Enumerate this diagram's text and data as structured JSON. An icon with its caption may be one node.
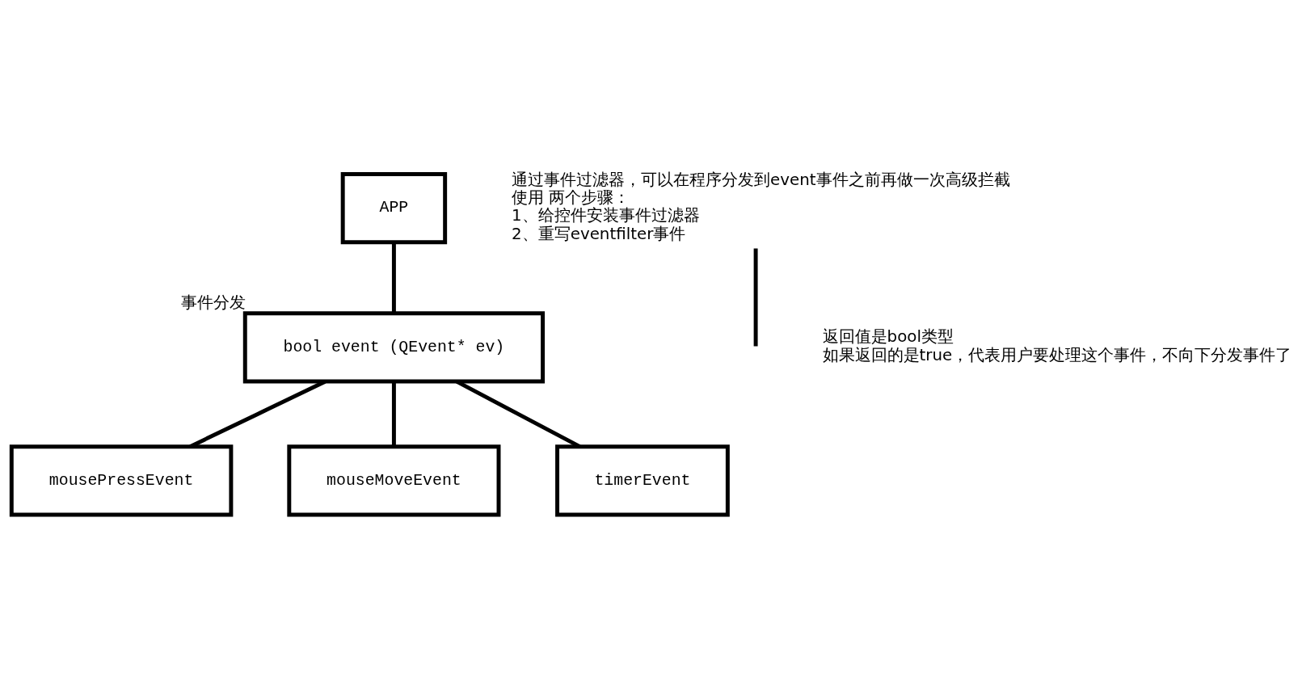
{
  "diagram": {
    "nodes": [
      {
        "text": [
          "APP"
        ]
      },
      {
        "text": [
          "bool event (QEvent* ev)"
        ],
        "beside": [
          "事件分发"
        ]
      },
      {
        "text": [
          "通过事件过滤器，可以在程序分发到event事件之前再做一次高级拦截",
          "使用 两个步骤：",
          "1、给控件安装事件过滤器",
          "2、重写eventfilter事件"
        ]
      },
      {
        "text": [
          "mousePressEvent"
        ]
      },
      {
        "text": [
          "mouseMoveEvent"
        ]
      },
      {
        "text": [
          "timerEvent"
        ]
      }
    ],
    "edges": [
      {
        "from": 0,
        "to": 1,
        "arrow": "none"
      },
      {
        "from": 2,
        "to": null,
        "arrow": "none"
      },
      {
        "from": 1,
        "to": 3,
        "arrow": "none"
      },
      {
        "from": 1,
        "to": 4,
        "arrow": "none"
      },
      {
        "from": 1,
        "to": 5,
        "arrow": "none"
      }
    ],
    "labels": [
      "返回值是bool类型",
      "如果返回的是true，代表用户要处理这个事件，不向下分发事件了"
    ]
  }
}
